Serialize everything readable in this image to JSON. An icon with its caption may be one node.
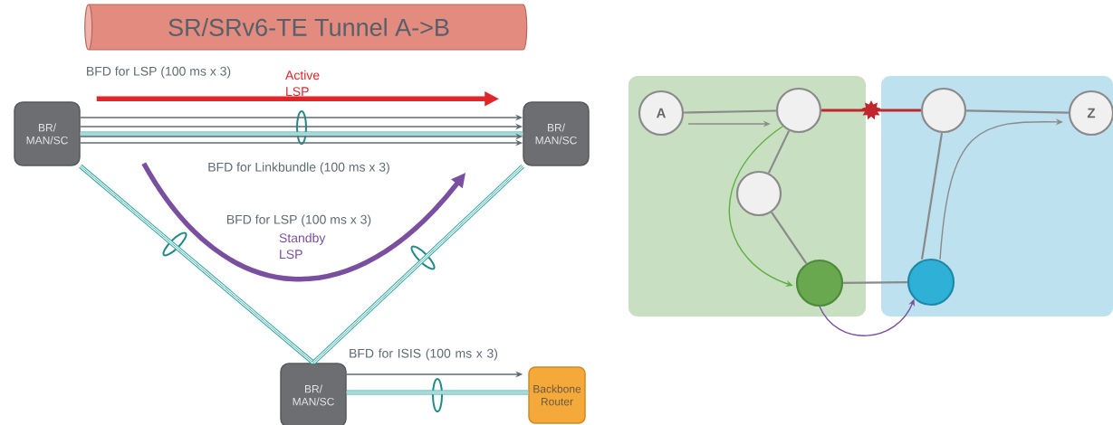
{
  "diagram": {
    "nodes": [
      {
        "text": [
          "SR/SRv6-TE Tunnel A->B"
        ]
      },
      {
        "text": [
          "BR/ MAN/SC"
        ]
      },
      {
        "text": [
          "BR/ MAN/SC"
        ]
      },
      {
        "text": [
          "BR/ MAN/SC"
        ]
      },
      {
        "text": [
          "Backbone Router"
        ]
      },
      {
        "text": [],
        "shape": "box"
      },
      {
        "text": [],
        "shape": "box"
      },
      {
        "text": [
          "A"
        ],
        "in": 5
      },
      {
        "text": [],
        "shape": "circle",
        "in": 5
      },
      {
        "text": [],
        "shape": "circle",
        "in": 5
      },
      {
        "text": [],
        "shape": "circle",
        "in": 5
      },
      {
        "text": [],
        "shape": "circle",
        "in": 6
      },
      {
        "text": [],
        "shape": "circle",
        "in": 6
      },
      {
        "text": [
          "Z"
        ],
        "in": 6
      }
    ],
    "edges": [
      {
        "from": 1,
        "to": 2,
        "arrow": "none",
        "style": "thick",
        "color": "#3aaba8"
      },
      {
        "from": 1,
        "to": 3,
        "arrow": "none",
        "style": "thick",
        "color": "#3aaba8"
      },
      {
        "from": 2,
        "to": 3,
        "arrow": "none",
        "style": "thick",
        "color": "#3aaba8"
      },
      {
        "from": 3,
        "to": 4,
        "arrow": "none",
        "style": "thick",
        "color": "#3aaba8"
      },
      {
        "from": 1,
        "to": 2,
        "arrow": "to",
        "style": "thick",
        "color": "#e0262b",
        "label": "Active LSP"
      },
      {
        "from": 1,
        "to": 2,
        "arrow": "to",
        "color": "#5f6b73"
      },
      {
        "from": 1,
        "to": 2,
        "arrow": "to",
        "color": "#5f6b73"
      },
      {
        "from": 1,
        "to": 2,
        "arrow": "to",
        "color": "#5f6b73"
      },
      {
        "from": 1,
        "to": 2,
        "arrow": "to",
        "color": "#5f6b73"
      },
      {
        "from": 1,
        "to": 2,
        "arrow": "to",
        "style": "thick",
        "color": "#7a4fa0",
        "label": "Standby LSP"
      },
      {
        "from": 3,
        "to": 4,
        "arrow": "to",
        "color": "#5f6b73",
        "label": "BFD for ISIS (100 ms x 3)"
      },
      {
        "from": 7,
        "to": 8,
        "arrow": "none"
      },
      {
        "from": 8,
        "to": 11,
        "arrow": "none",
        "color": "#c0272d"
      },
      {
        "from": 11,
        "to": 13,
        "arrow": "none"
      },
      {
        "from": 8,
        "to": 9,
        "arrow": "none"
      },
      {
        "from": 9,
        "to": 10,
        "arrow": "none"
      },
      {
        "from": 10,
        "to": 12,
        "arrow": "none"
      },
      {
        "from": 11,
        "to": 12,
        "arrow": "none"
      },
      {
        "from": 7,
        "to": 8,
        "arrow": "to"
      },
      {
        "from": 8,
        "to": 10,
        "arrow": "to",
        "color": "#5cb040"
      },
      {
        "from": 10,
        "to": 12,
        "arrow": "to",
        "color": "#7a4fa0"
      },
      {
        "from": 12,
        "to": 13,
        "arrow": "to"
      }
    ],
    "labels": [
      "BFD for LSP (100 ms x 3)",
      "BFD for Linkbundle (100 ms x 3)",
      "BFD for LSP (100 ms x 3)"
    ]
  }
}
